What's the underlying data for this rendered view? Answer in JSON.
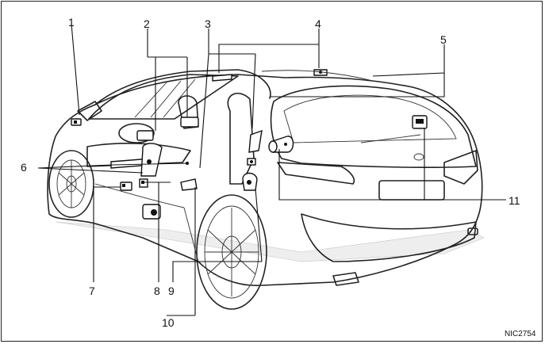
{
  "callouts": [
    "1",
    "2",
    "3",
    "4",
    "5",
    "6",
    "7",
    "8",
    "9",
    "10",
    "11"
  ],
  "figure_code": "NIC2754",
  "colors": {
    "line": "#222222",
    "background": "#ffffff"
  }
}
